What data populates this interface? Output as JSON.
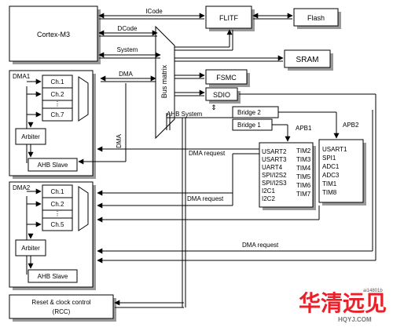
{
  "blocks": {
    "cortex": "Cortex-M3",
    "flitf": "FLITF",
    "flash": "Flash",
    "sram": "SRAM",
    "fsmc": "FSMC",
    "sdio": "SDIO",
    "bus_matrix": "Bus matrix",
    "dma1": "DMA1",
    "dma2": "DMA2",
    "arbiter": "Arbiter",
    "ahb_slave": "AHB Slave",
    "bridge1": "Bridge  1",
    "bridge2": "Bridge  2",
    "rcc_line1": "Reset & clock control",
    "rcc_line2": "(RCC)",
    "dma_vertical": "DMA"
  },
  "buses": {
    "icode": "ICode",
    "dcode": "DCode",
    "system": "System",
    "dma": "DMA",
    "ahb_system": "AHB System",
    "apb1": "APB1",
    "apb2": "APB2",
    "dma_request": "DMA request"
  },
  "channels": {
    "dma1": [
      "Ch.1",
      "Ch.2",
      "Ch.7"
    ],
    "dma2": [
      "Ch.1",
      "Ch.2",
      "Ch.5"
    ]
  },
  "apb1_peripherals": {
    "left": [
      "USART2",
      "USART3",
      "UART4",
      "SPI/I2S2",
      "SPI/I2S3",
      "I2C1",
      "I2C2"
    ],
    "right": [
      "TIM2",
      "TIM3",
      "TIM4",
      "TIM5",
      "TIM6",
      "TIM7"
    ]
  },
  "apb2_peripherals": [
    "USART1",
    "SPI1",
    "ADC1",
    "ADC3",
    "TIM1",
    "TIM8"
  ],
  "watermark": {
    "logo": "华清远见",
    "url": "HQYJ.COM",
    "code": "ai14801b"
  },
  "colors": {
    "watermark_red": "#e8212a",
    "shadow": "#9a9a9a"
  }
}
